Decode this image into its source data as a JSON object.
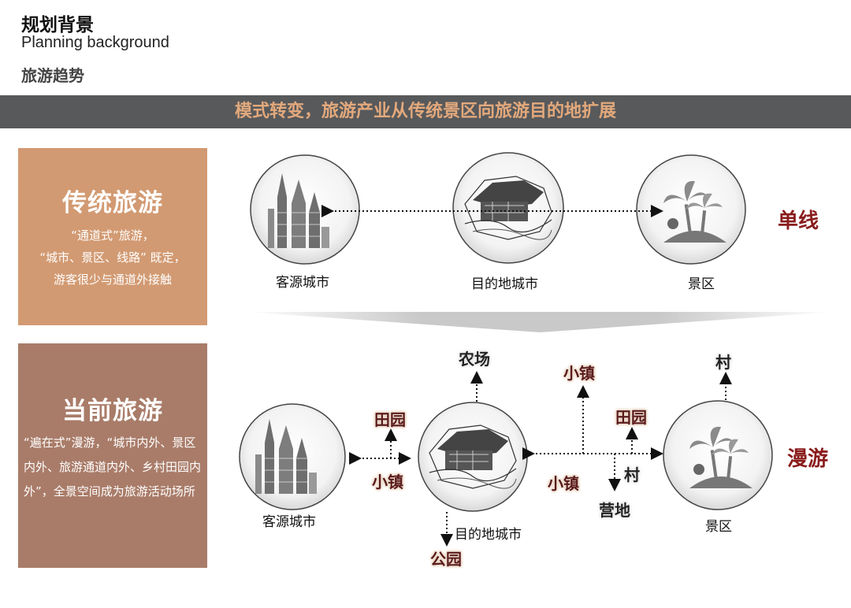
{
  "header": {
    "title_cn": "规划背景",
    "title_en": "Planning background",
    "section": "旅游趋势"
  },
  "banner": {
    "text": "模式转变，旅游产业从传统景区向旅游目的地扩展"
  },
  "traditional": {
    "title": "传统旅游",
    "lines": [
      "“通道式”旅游，",
      "“城市、景区、线路” 既定，",
      "游客很少与通道外接触"
    ]
  },
  "current": {
    "title": "当前旅游",
    "text": "“遍在式”漫游，“城市内外、景区内外、旅游通道内外、乡村田园内外”，全景空间成为旅游活动场所"
  },
  "top_row": {
    "source_city": "客源城市",
    "destination_city": "目的地城市",
    "scenic_area": "景区",
    "mode": "单线"
  },
  "bottom_row": {
    "source_city": "客源城市",
    "destination_city": "目的地城市",
    "scenic_area": "景区",
    "mode": "漫游",
    "farm": "农场",
    "park": "公园",
    "town_left": "小镇",
    "garden_left": "田园",
    "town_top": "小镇",
    "town_mid": "小镇",
    "garden_right": "田园",
    "village_mid": "村",
    "campsite": "营地",
    "village_top": "村"
  },
  "colors": {
    "banner_bg": "#58595b",
    "banner_text": "#e3a97c",
    "traditional_box": "#d29a72",
    "current_box": "#a97c69",
    "mode_text": "#8a1c1c"
  }
}
